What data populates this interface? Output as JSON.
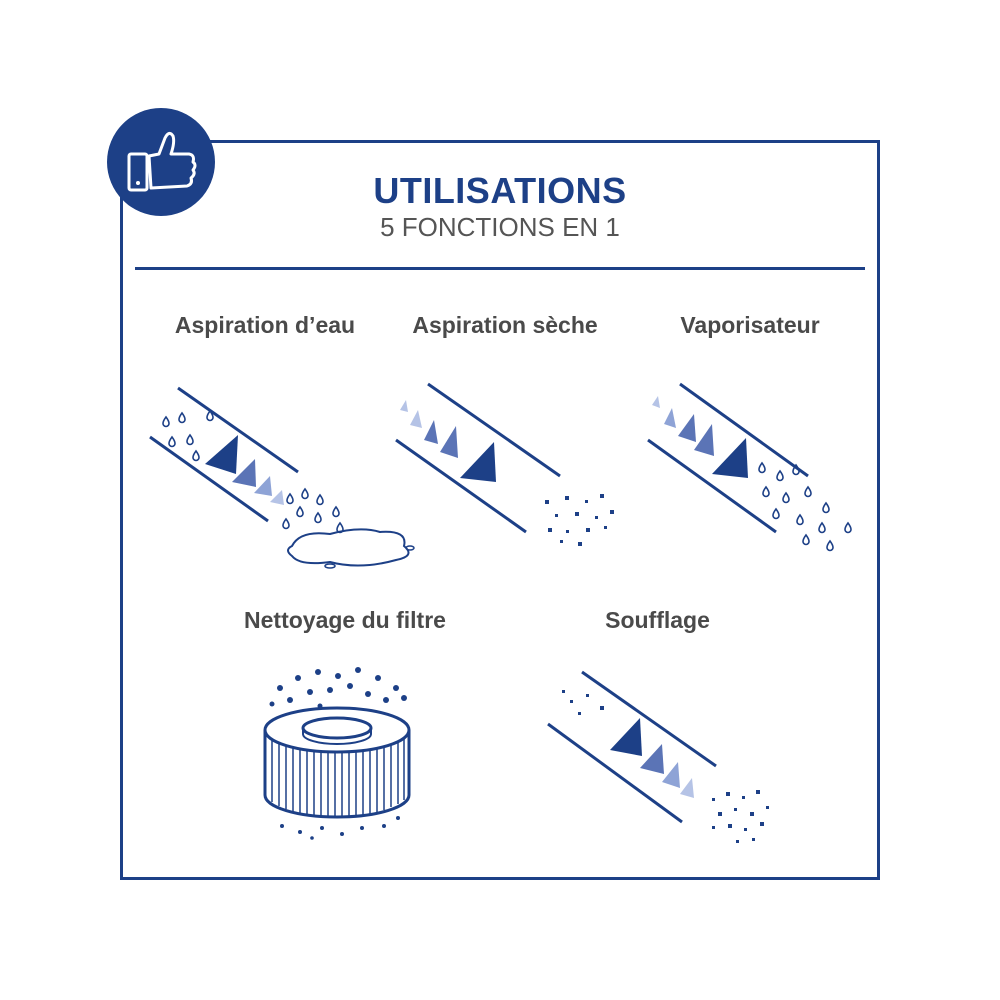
{
  "header": {
    "title": "UTILISATIONS",
    "subtitle": "5 FONCTIONS EN 1"
  },
  "badge": {
    "icon": "thumbs-up-icon"
  },
  "functions": [
    {
      "label": "Aspiration d’eau",
      "icon": "water-suction-icon"
    },
    {
      "label": "Aspiration sèche",
      "icon": "dry-suction-icon"
    },
    {
      "label": "Vaporisateur",
      "icon": "sprayer-icon"
    },
    {
      "label": "Nettoyage du filtre",
      "icon": "filter-cleaning-icon"
    },
    {
      "label": "Soufflage",
      "icon": "blowing-icon"
    }
  ],
  "colors": {
    "primary": "#1d4087",
    "light": "#8ea3d6",
    "text": "#4a4a4a"
  }
}
